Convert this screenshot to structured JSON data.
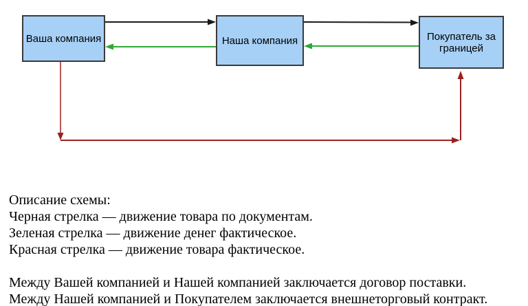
{
  "diagram": {
    "boxes": {
      "your_company": {
        "label": "Ваша компания"
      },
      "our_company": {
        "label": "Наша компания"
      },
      "foreign_buyer": {
        "label": "Покупатель за границей"
      }
    },
    "colors": {
      "box_fill": "#A7D0F6",
      "box_border": "#3A3A3A",
      "arrow_black": "#1A1A1A",
      "arrow_green": "#2FA837",
      "arrow_red": "#9B2020"
    }
  },
  "description": {
    "heading": "Описание схемы:",
    "legend": [
      "Черная стрелка — движение товара по документам.",
      "Зеленая стрелка — движение денег фактическое.",
      "Красная стрелка — движение товара фактическое."
    ],
    "notes": [
      "Между Вашей компанией и Нашей компанией заключается договор поставки.",
      "Между Нашей компанией и Покупателем заключается внешнеторговый контракт."
    ]
  }
}
